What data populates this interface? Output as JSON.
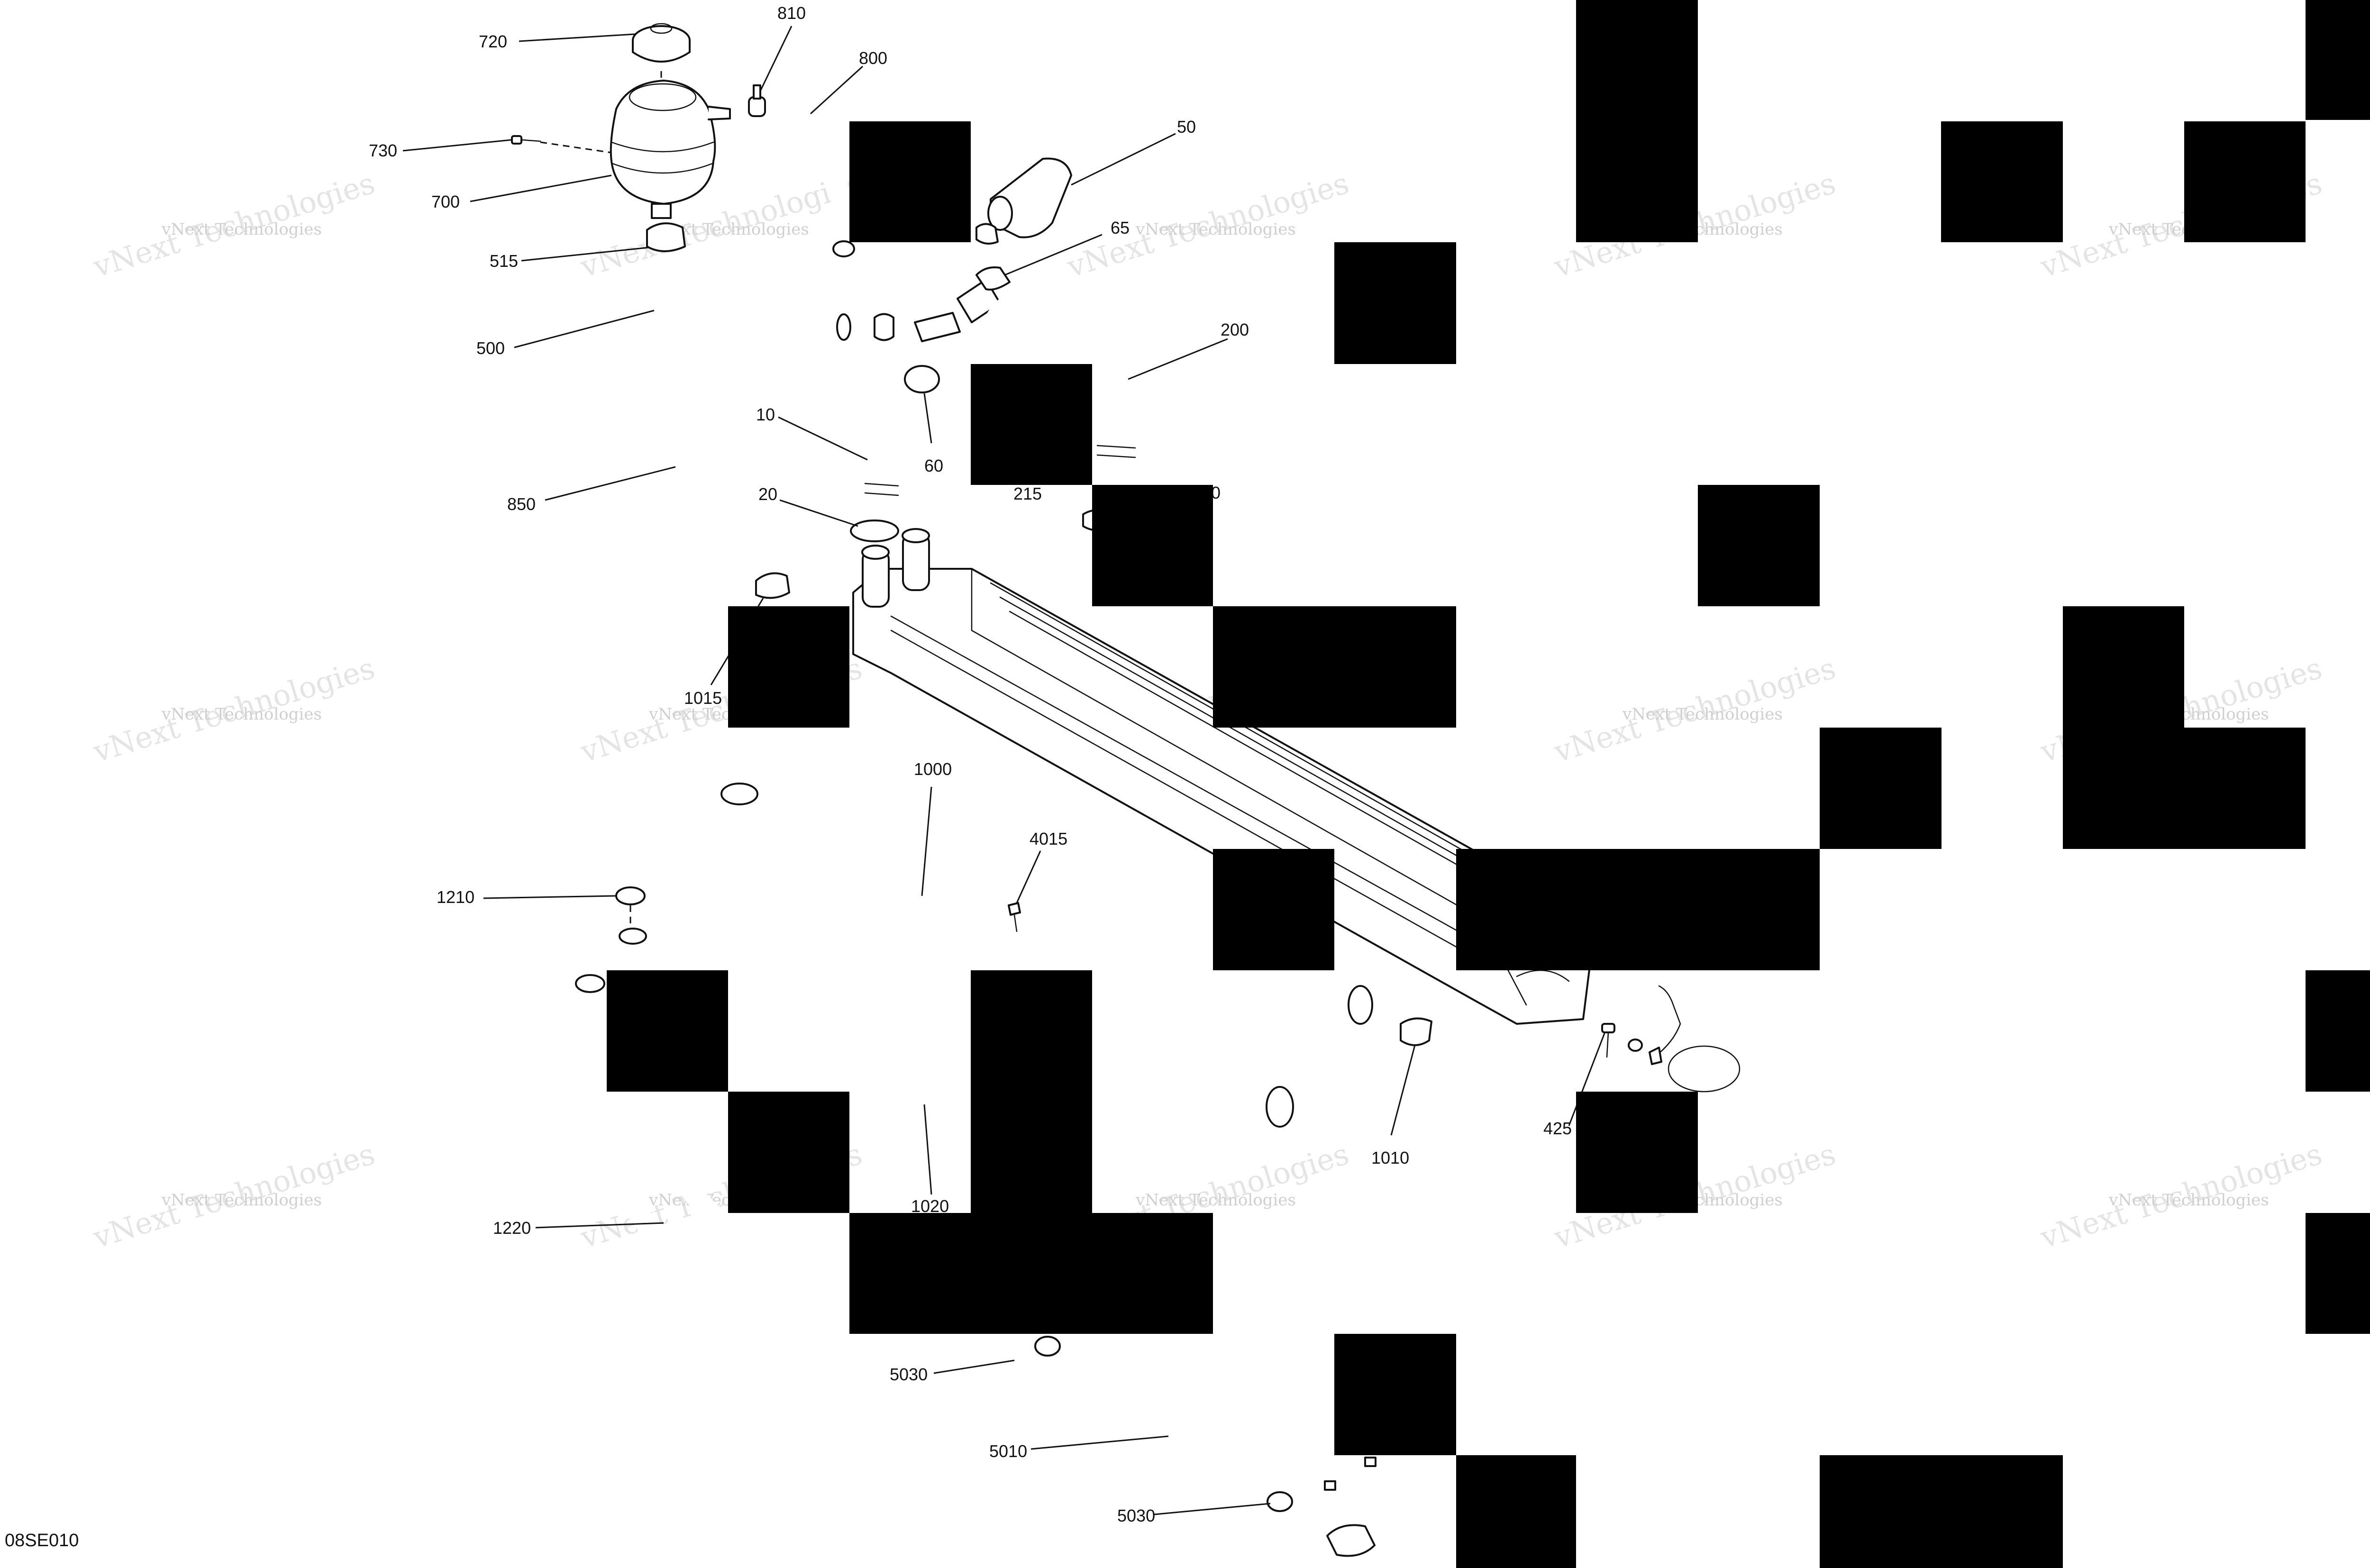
{
  "diagram": {
    "code": "08SE010",
    "watermark": "vNext Technologies",
    "redaction_color": "#000000",
    "callouts": [
      "720",
      "810",
      "800",
      "730",
      "700",
      "50",
      "515",
      "65",
      "500",
      "200",
      "10",
      "60",
      "215",
      "850",
      "20",
      "1015",
      "1000",
      "4015",
      "1210",
      "1010",
      "425",
      "1020",
      "1220",
      "5030",
      "5010",
      "5030"
    ],
    "partial_callouts": [
      "0",
      "0"
    ]
  }
}
